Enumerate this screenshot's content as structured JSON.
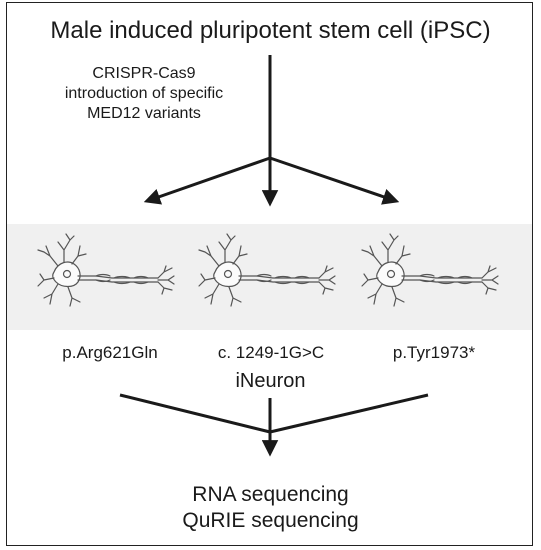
{
  "diagram": {
    "source": "Male induced pluripotent stem cell (iPSC)",
    "method_lines": [
      "CRISPR-Cas9",
      "introduction of specific",
      "MED12 variants"
    ],
    "variants": [
      "p.Arg621Gln",
      "c. 1249-1G>C",
      "p.Tyr1973*"
    ],
    "cell_type": "iNeuron",
    "outputs": [
      "RNA sequencing",
      "QuRIE sequencing"
    ]
  },
  "colors": {
    "line": "#1a1a1a",
    "band": "#f0f0f0",
    "neuron_stroke": "#555555"
  },
  "icons": {
    "neuron": "neuron-icon"
  }
}
